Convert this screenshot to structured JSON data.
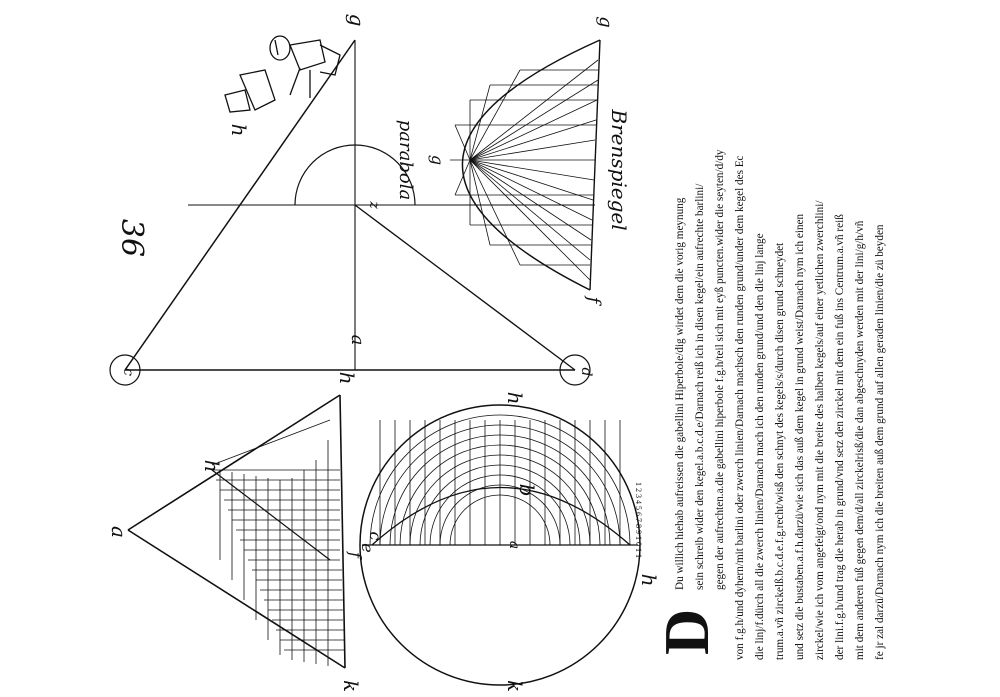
{
  "page": {
    "number": "36",
    "background": "#ffffff",
    "ink": "#111111"
  },
  "figures": {
    "parabola_title": "parabola",
    "brennspiegel_title": "Brenspiegel",
    "cone_labels": {
      "apex": "a",
      "left_top": "h",
      "left_bottom": "k",
      "right_top": "h",
      "right_bottom": "k",
      "cut_point": "h",
      "f_mark": "f",
      "e_mark": "e",
      "c_mark": "c"
    },
    "circle_labels": {
      "top": "h",
      "bottom": "k",
      "center": "b",
      "left": "a",
      "lower": "h",
      "digits": "1 2 3 4 5 6 7 8 9 1 0 1 1"
    },
    "triangle_labels": {
      "left_circle": "c",
      "right_circle": "d",
      "mid": "a",
      "center": "z",
      "top_left": "h",
      "top_right": "g"
    },
    "mirror_labels": {
      "focus": "g",
      "left": "f",
      "right": "g"
    }
  },
  "text": {
    "initial": "D",
    "lines": [
      "Du willich hiehab aufreissen die gabellini Hiperbole/dig wirdet dem die vorig meynung",
      "sein schreib wider den kegel.a.b.c.d.e/Darnach reiß ich in disen kegel/ein aufrechte barlini/",
      "gegen der aufrechten.a.die gabellini hiperbole f.g.h/teil sich mit eyß puncten.wider die seyten/d/dy",
      "von f.g.h/und dyhern/mit barlini oder zwerch linien/Darnach machsch den runden grund/under dem kegel des Ec",
      "die linj/f.dürch all die zwerch linien/Darnach mach ich den runden grund/und den die linj lange",
      "trum.a.vñ zirckelß.b.c.d.e.f.g.recht/wisß den schnyt des kegels/s/durch disen grund schneydet",
      "und setz die bustaben.a.f.h.darzü/wie sich das auß dem kegel in grund weist/Darnach nym ich einen",
      "zirckel/wie ich vom angefeigt/ond nym mit die breite des halben kegels/auf einer yetlichen zwerchlini/",
      "der lini.f.g.h/und trag die herab in grund/vnd setz den zirckel mit dem ein fuß ins Centrum.a.vñ reiß",
      "mit dem anderen fuß gegen dem/d/all zirckelrisß/die dan abgeschnyden werden mit der lini/g/h/vñ",
      "fe jr zal darzü/Darnach nym ich die breiten auß dem grund auf allen geraden linien/die zü beyden"
    ]
  }
}
